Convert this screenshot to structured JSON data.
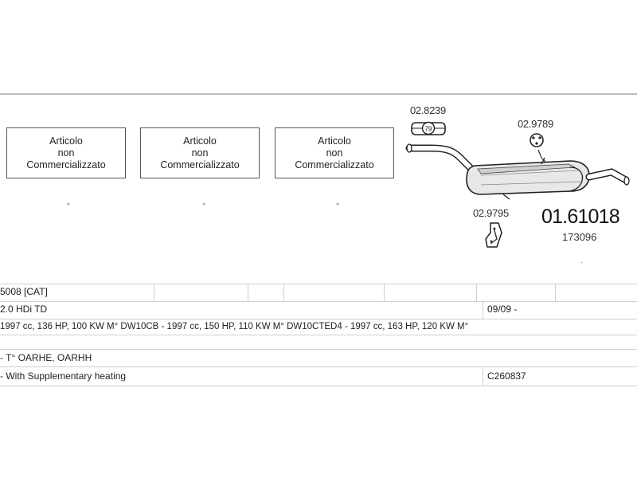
{
  "boxes": [
    {
      "line1": "Articolo",
      "line2": "non",
      "line3": "Commercializzato",
      "dash": "-"
    },
    {
      "line1": "Articolo",
      "line2": "non",
      "line3": "Commercializzato",
      "dash": "-"
    },
    {
      "line1": "Articolo",
      "line2": "non",
      "line3": "Commercializzato",
      "dash": "-"
    }
  ],
  "parts": {
    "clamp_top": "02.8239",
    "clamp_badge": "79",
    "hanger_right": "02.9789",
    "hanger_bottom": "02.9795",
    "muffler_code": "01.61018",
    "muffler_ref": "173096",
    "muffler_dot": "."
  },
  "table": {
    "model": "5008  [CAT]",
    "engine": "2.0 HDi TD",
    "date": "09/09 -",
    "specs": "1997 cc, 136 HP, 100 KW M° DW10CB - 1997 cc, 150 HP, 110 KW M° DW10CTED4 - 1997 cc, 163 HP, 120 KW M°",
    "engine_codes": "- T° OARHE, OARHH",
    "note": "- With Supplementary heating",
    "ref": "C260837"
  },
  "colors": {
    "line": "#cfcfcf",
    "box_border": "#555555",
    "text": "#222222"
  }
}
